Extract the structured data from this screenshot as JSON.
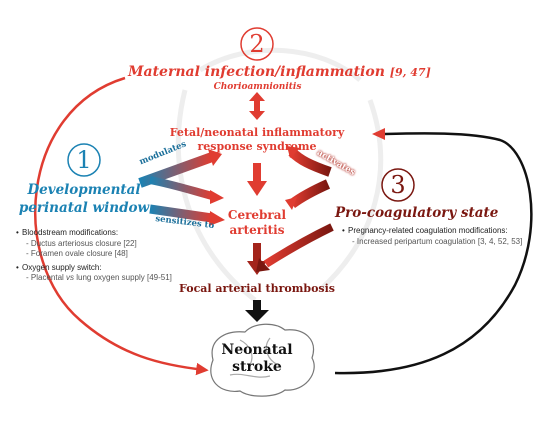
{
  "numbers": {
    "one": "1",
    "two": "2",
    "three": "3"
  },
  "maternal": {
    "title": "Maternal infection/inflammation",
    "refs": "[9, 47]",
    "sub": "Chorioamnionitis"
  },
  "fetal": {
    "line1": "Fetal/neonatal inflammatory",
    "line2": "response syndrome"
  },
  "developmental": {
    "line1": "Developmental",
    "line2": "perinatal window"
  },
  "procoag": {
    "title": "Pro-coagulatory state"
  },
  "cerebral": {
    "line1": "Cerebral",
    "line2": "arteritis"
  },
  "focal": {
    "title": "Focal arterial thrombosis"
  },
  "stroke": {
    "line1": "Neonatal",
    "line2": "stroke"
  },
  "arrow_labels": {
    "modulates": "modulates",
    "sensitizes": "sensitizes to",
    "activates": "activates"
  },
  "left_notes": {
    "bloodstream": "Bloodstream modifications:",
    "ductus": "Ductus arteriosus closure [22]",
    "foramen": "Foramen ovale closure [48]",
    "oxygen": "Oxygen supply switch:",
    "placental_pre": "Placental ",
    "placental_vs": "vs",
    "placental_post": " lung oxygen supply [49-51]"
  },
  "right_notes": {
    "pregnancy": "Pregnancy-related coagulation modifications:",
    "peripartum": "Increased peripartum coagulation [3, 4, 52, 53]"
  },
  "colors": {
    "red": "#e03c31",
    "dark_red": "#7a1710",
    "blue": "#1b82b3",
    "black": "#111111"
  }
}
